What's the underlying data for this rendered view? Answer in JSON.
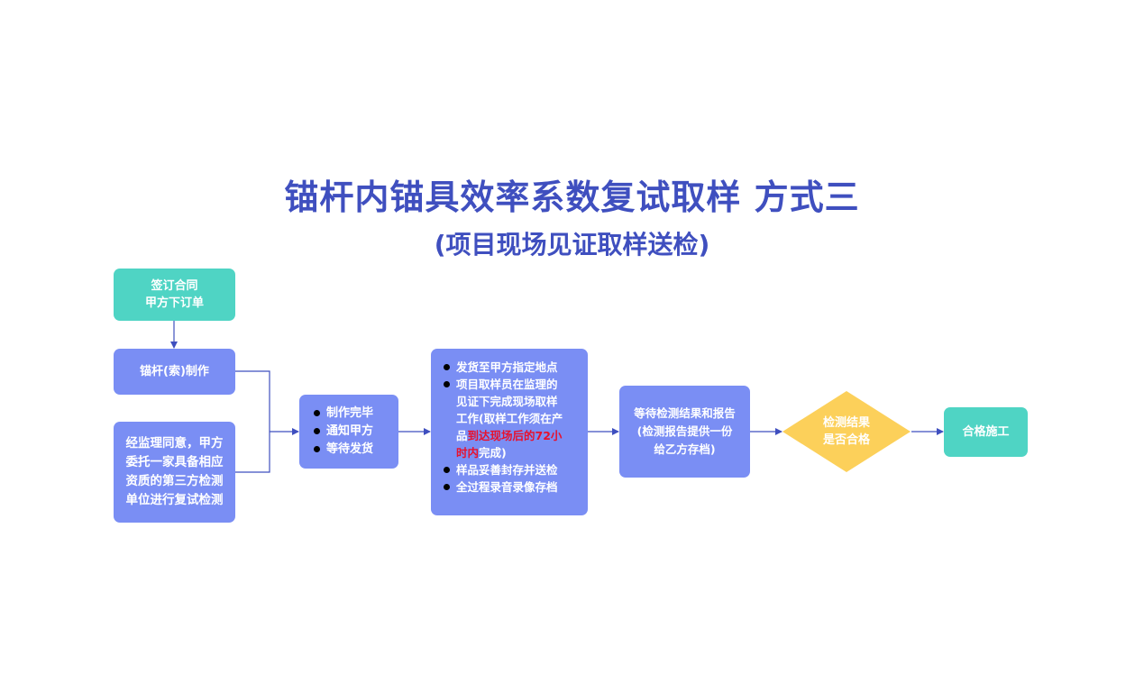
{
  "title": "锚杆内锚具效率系数复试取样 方式三",
  "subtitle": "(项目现场见证取样送检)",
  "nodes": {
    "contract": {
      "lines": [
        "签订合同",
        "甲方下订单"
      ]
    },
    "make": {
      "text": "锚杆(索)制作"
    },
    "third_party": {
      "lines": [
        "经监理同意，甲方",
        "委托一家具备相应",
        "资质的第三方检测",
        "单位进行复试检测"
      ]
    },
    "finish": {
      "items": [
        "制作完毕",
        "通知甲方",
        "等待发货"
      ]
    },
    "sampling": {
      "item1": "发货至甲方指定地点",
      "item2_lines": [
        "项目取样员在监理的",
        "见证下完成现场取样",
        "工作(取样工作须在产"
      ],
      "item2_pre": "品",
      "item2_highlight_a": "到达现场后的72小",
      "item2_highlight_b": "时内",
      "item2_post": "完成)",
      "item3": "样品妥善封存并送检",
      "item4": "全过程录音录像存档"
    },
    "wait": {
      "lines": [
        "等待检测结果和报告",
        "(检测报告提供一份",
        "给乙方存档)"
      ]
    },
    "decision": {
      "lines": [
        "检测结果",
        "是否合格"
      ]
    },
    "pass": {
      "text": "合格施工"
    }
  },
  "colors": {
    "title": "#3f4fbf",
    "teal_box": "#4fd4c4",
    "blue_box": "#7a8ef4",
    "decision": "#fcd05a",
    "connector": "#3f4fbf",
    "highlight": "#e8112d"
  }
}
